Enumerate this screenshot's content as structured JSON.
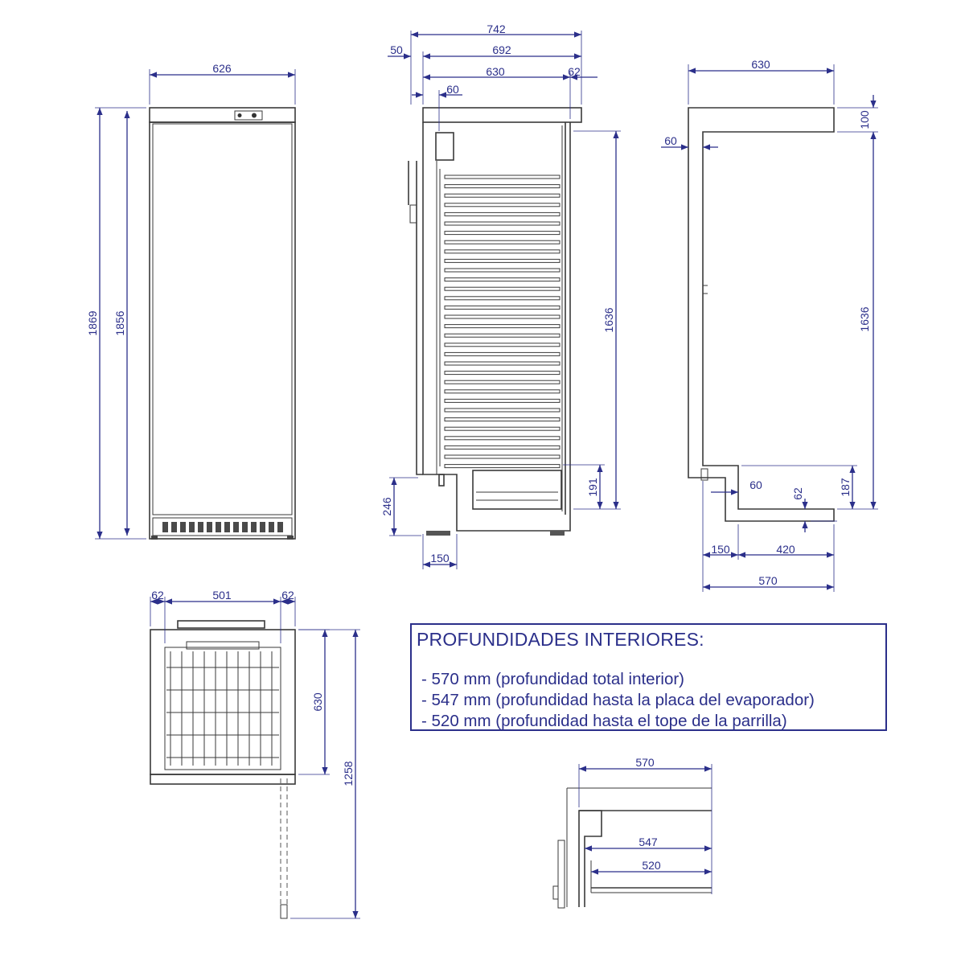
{
  "front_view": {
    "width": "626",
    "height_total": "1869",
    "height_body": "1856"
  },
  "side_view": {
    "depth_total": "742",
    "depth_body": "692",
    "door": "50",
    "depth_inner": "630",
    "back_offset": "62",
    "wall_offset": "60",
    "inner_height": "1636",
    "compressor_height": "191",
    "base_height": "246",
    "base_depth": "150"
  },
  "section_view": {
    "top_width": "630",
    "top_thickness": "100",
    "wall": "60",
    "inner_height": "1636",
    "bottom_step": "187",
    "step_wall": "60",
    "step_thickness": "62",
    "base_front": "150",
    "base_rear": "420",
    "inner_depth": "570"
  },
  "top_view": {
    "side_left": "62",
    "inner_width": "501",
    "side_right": "62",
    "depth": "630",
    "door_open_depth": "1258"
  },
  "depth_detail": {
    "total": "570",
    "evaporator": "547",
    "grille": "520"
  },
  "notes": {
    "title": "PROFUNDIDADES INTERIORES:",
    "items": [
      "- 570 mm (profundidad total interior)",
      "- 547 mm (profundidad hasta la placa del evaporador)",
      "- 520 mm (profundidad hasta el tope de la parrilla)"
    ]
  },
  "colors": {
    "dimension": "#2b2f8a",
    "outline": "#3a3a3a"
  }
}
